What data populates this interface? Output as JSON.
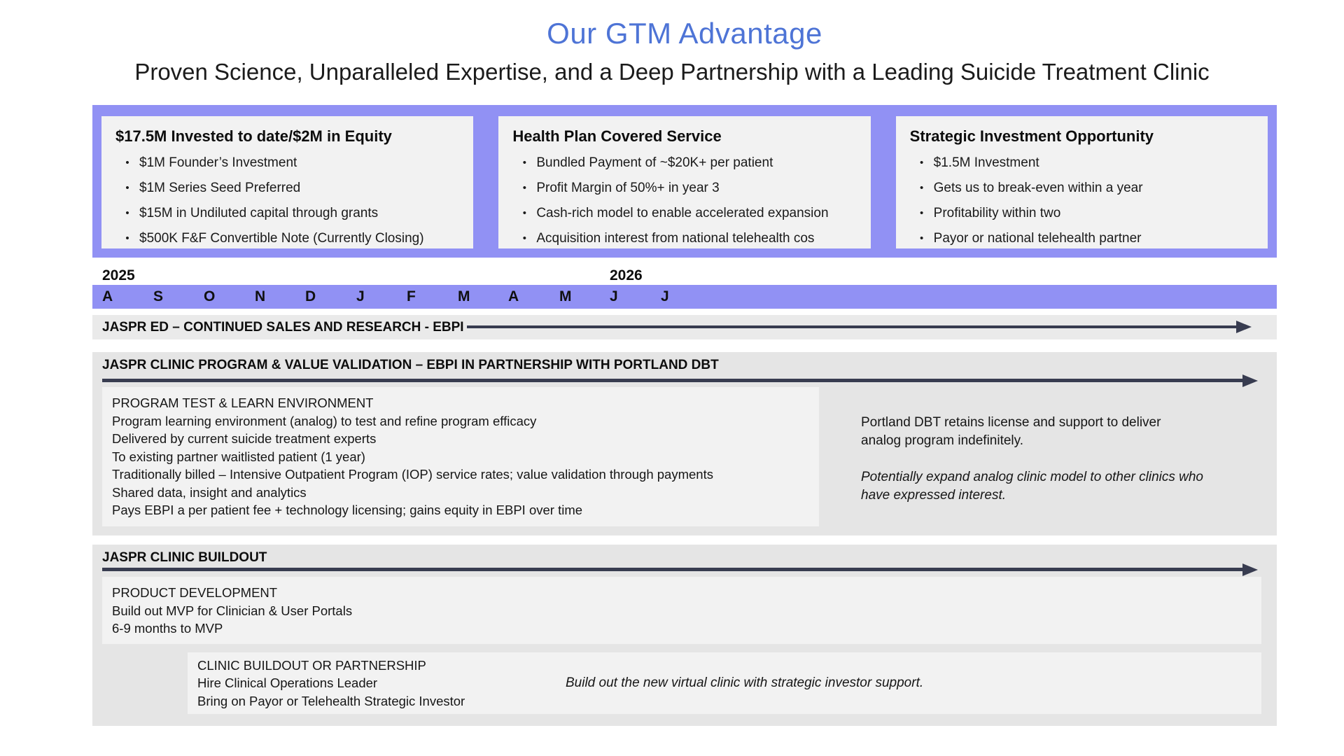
{
  "bullet_char": "•",
  "slide": {
    "title": "Our GTM Advantage",
    "subtitle": "Proven Science, Unparalleled Expertise, and a Deep Partnership with a Leading Suicide Treatment Clinic"
  },
  "colors": {
    "title_blue": "#4E74D6",
    "band_purple": "#9191F4",
    "arrow_dark": "#383C50",
    "section_gray": "#E5E5E5",
    "row_gray": "#EAEAEA",
    "card_gray": "#F2F2F2"
  },
  "highlight_boxes": [
    {
      "title": "$17.5M Invested to date/$2M in Equity",
      "bullets": [
        "$1M Founder’s Investment",
        "$1M Series Seed Preferred",
        "$15M in Undiluted capital through grants",
        "$500K F&F Convertible Note (Currently Closing)"
      ]
    },
    {
      "title": "Health Plan Covered Service",
      "bullets": [
        "Bundled Payment of ~$20K+ per patient",
        "Profit Margin of 50%+ in year 3",
        "Cash-rich model to enable accelerated expansion",
        "Acquisition interest from national telehealth cos"
      ]
    },
    {
      "title": "Strategic Investment Opportunity",
      "bullets": [
        "$1.5M Investment",
        "Gets us to break-even within a year",
        "Profitability within two",
        "Payor or national telehealth partner"
      ]
    }
  ],
  "timeline": {
    "year_left": "2025",
    "year_right": "2026",
    "months": [
      "A",
      "S",
      "O",
      "N",
      "D",
      "J",
      "F",
      "M",
      "A",
      "M",
      "J",
      "J"
    ]
  },
  "jaspr_ed": {
    "label": "JASPR ED – CONTINUED SALES AND RESEARCH - EBPI"
  },
  "clinic_program": {
    "label": "JASPR CLINIC PROGRAM & VALUE VALIDATION – EBPI IN PARTNERSHIP WITH PORTLAND DBT",
    "test_learn_lines": [
      "PROGRAM TEST & LEARN ENVIRONMENT",
      "Program learning environment (analog) to test and refine program efficacy",
      "Delivered by current suicide treatment experts",
      "To existing partner waitlisted patient (1 year)",
      "Traditionally billed – Intensive Outpatient Program (IOP) service rates; value validation through payments",
      "Shared data, insight and analytics",
      "Pays EBPI a per patient fee + technology licensing; gains equity in EBPI over time"
    ],
    "side_note": "Portland DBT retains license and support to deliver analog program indefinitely.",
    "side_note_italic": "Potentially expand analog clinic model to other clinics who have expressed interest."
  },
  "clinic_buildout": {
    "label": "JASPR CLINIC BUILDOUT",
    "product_dev_lines": [
      "PRODUCT DEVELOPMENT",
      "Build out MVP for Clinician & User Portals",
      "6-9 months to MVP"
    ],
    "partnership_lines": [
      "CLINIC BUILDOUT OR PARTNERSHIP",
      "Hire Clinical Operations Leader",
      "Bring on Payor or Telehealth Strategic Investor"
    ],
    "partnership_italic": "Build out the new virtual clinic with strategic investor support."
  }
}
